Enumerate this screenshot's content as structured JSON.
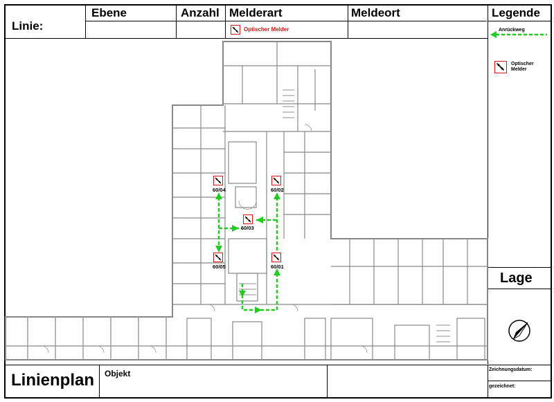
{
  "header": {
    "linie_label": "Linie:",
    "ebene_label": "Ebene",
    "anzahl_label": "Anzahl",
    "melderart_label": "Melderart",
    "meldeort_label": "Meldeort",
    "legende_label": "Legende",
    "melderart_value": "Optischer Melder"
  },
  "legend": {
    "route_label": "Anrückweg",
    "detector_label_line1": "Optischer",
    "detector_label_line2": "Melder",
    "route_color": "#22cc22",
    "detector_color": "#d11111"
  },
  "side": {
    "lage_label": "Lage"
  },
  "footer": {
    "title": "Linienplan",
    "objekt_label": "Objekt",
    "zeichnungsdatum_label": "Zeichnungsdatum:",
    "gezeichnet_label": "gezeichnet:"
  },
  "detectors": [
    {
      "id": "60/04"
    },
    {
      "id": "60/02"
    },
    {
      "id": "60/03"
    },
    {
      "id": "60/05"
    },
    {
      "id": "60/01"
    }
  ]
}
